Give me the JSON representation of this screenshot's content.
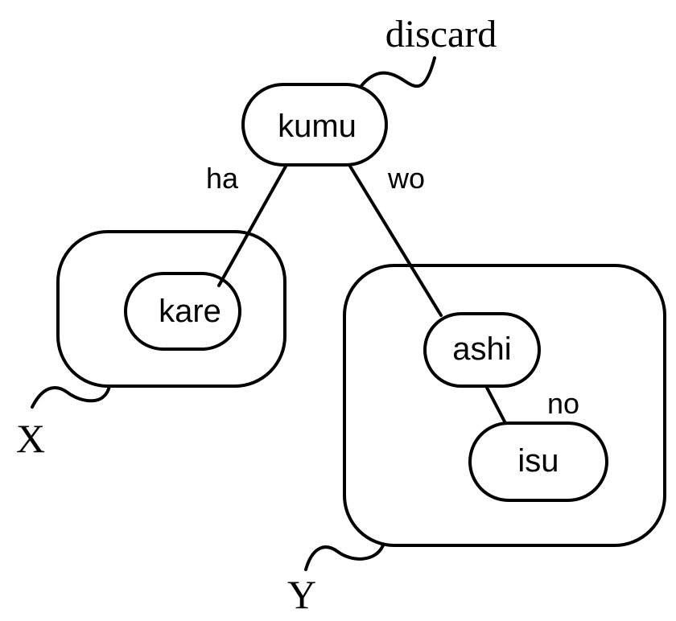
{
  "nodes": {
    "kumu": "kumu",
    "kare": "kare",
    "ashi": "ashi",
    "isu": "isu"
  },
  "edges": {
    "ha": "ha",
    "wo": "wo",
    "no": "no"
  },
  "annotations": {
    "discard": "discard",
    "group_x": "X",
    "group_y": "Y"
  },
  "colors": {
    "ink": "#000000",
    "background": "#ffffff"
  }
}
